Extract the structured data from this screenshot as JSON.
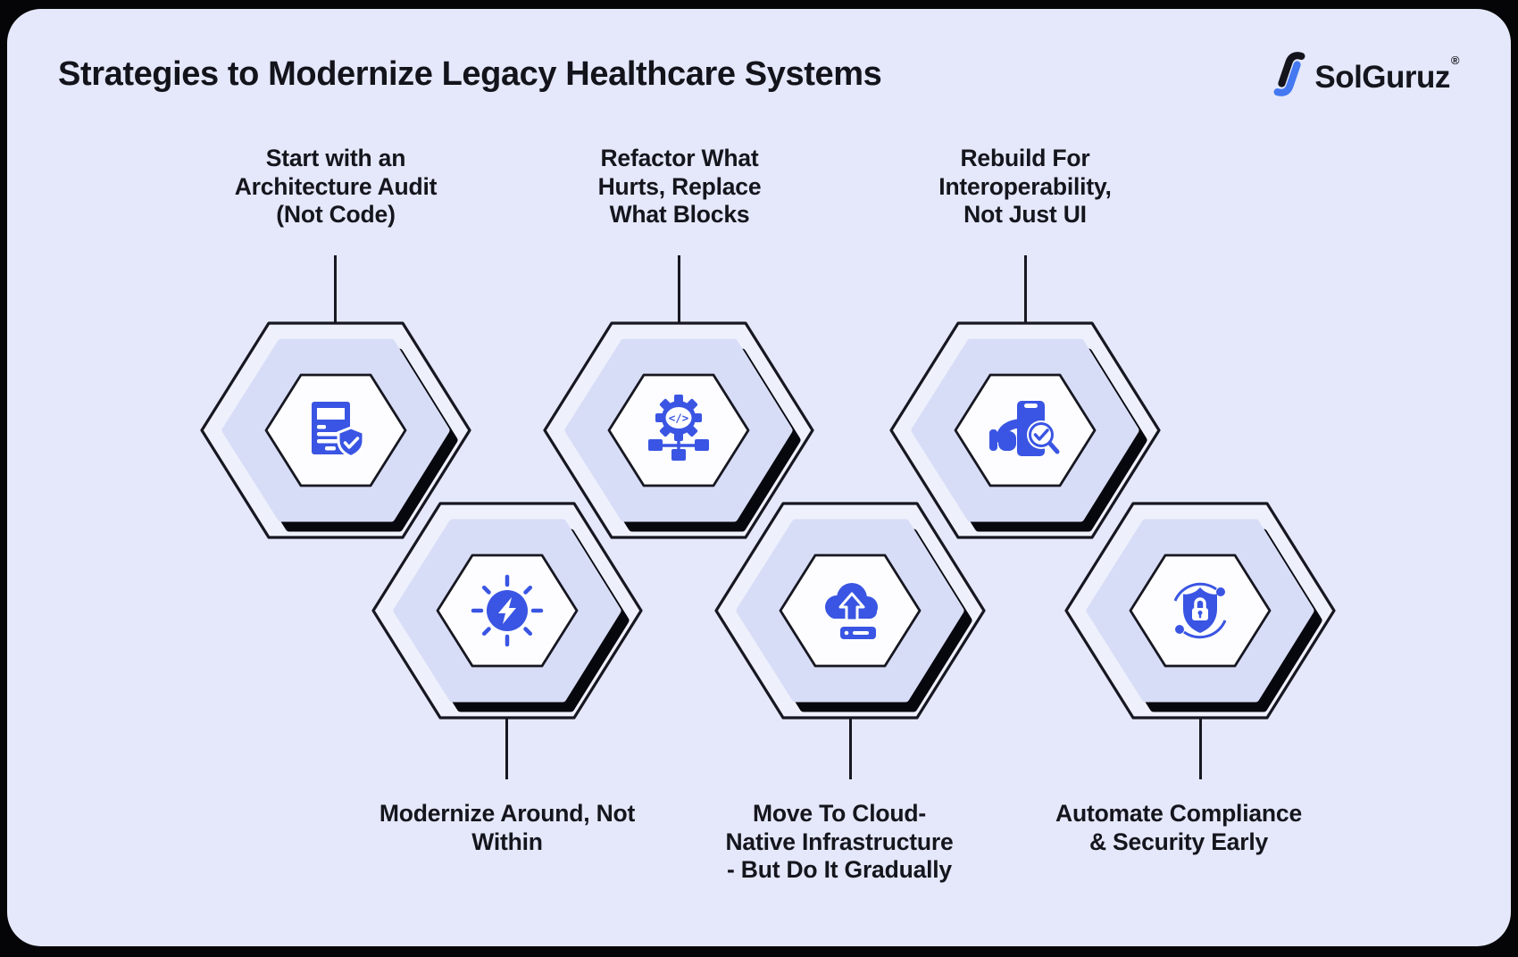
{
  "header": {
    "title": "Strategies to Modernize Legacy Healthcare Systems",
    "logo_text": "SolGuruz",
    "logo_registered": "®"
  },
  "colors": {
    "card_background": "#e4e8fa",
    "hexagon_fill": "#d8ddf7",
    "icon_blue": "#3a55e3",
    "outline_black": "#171721",
    "logo_blue": "#4479f2",
    "text_dark": "#15151d"
  },
  "strategies": [
    {
      "label": "Start with an\nArchitecture Audit\n(Not Code)",
      "icon": "audit-document-shield-icon",
      "row": "top"
    },
    {
      "label": "Refactor What\nHurts, Replace\nWhat Blocks",
      "icon": "gear-code-network-icon",
      "row": "top"
    },
    {
      "label": "Rebuild For\nInteroperability,\nNot Just UI",
      "icon": "phone-verify-hand-icon",
      "row": "top"
    },
    {
      "label": "Modernize Around, Not\nWithin",
      "icon": "energy-burst-icon",
      "row": "bottom"
    },
    {
      "label": "Move To Cloud-\nNative Infrastructure\n- But Do It Gradually",
      "icon": "cloud-upload-server-icon",
      "row": "bottom"
    },
    {
      "label": "Automate Compliance\n& Security Early",
      "icon": "shield-lock-orbit-icon",
      "row": "bottom"
    }
  ]
}
